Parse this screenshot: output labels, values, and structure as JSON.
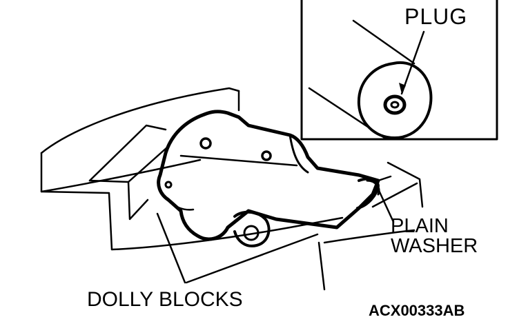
{
  "labels": {
    "plug": "PLUG",
    "plain_washer_line1": "PLAIN",
    "plain_washer_line2": "WASHER",
    "dolly_blocks": "DOLLY BLOCKS",
    "figure_code": "ACX00333AB"
  },
  "colors": {
    "line": "#000000",
    "background": "#ffffff"
  }
}
